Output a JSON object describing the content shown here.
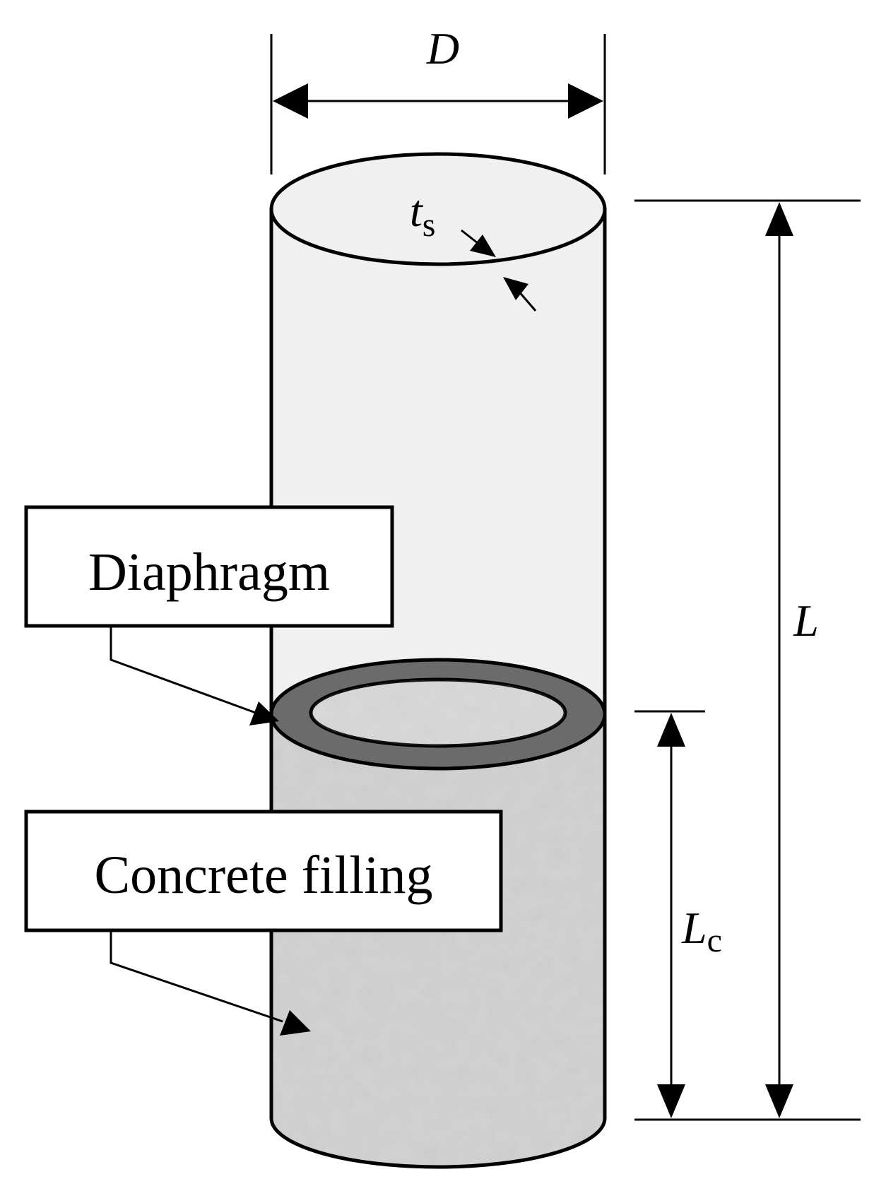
{
  "dimensions": {
    "diameter": "D",
    "thickness": "t",
    "thickness_sub": "s",
    "length": "L",
    "concrete_length": "L",
    "concrete_length_sub": "c"
  },
  "labels": {
    "diaphragm": "Diaphragm",
    "concrete": "Concrete filling"
  },
  "colors": {
    "tube": "#f0f0f0",
    "concrete": "#d3d3d3",
    "diaphragm": "#6b6b6b",
    "line": "#000000"
  }
}
